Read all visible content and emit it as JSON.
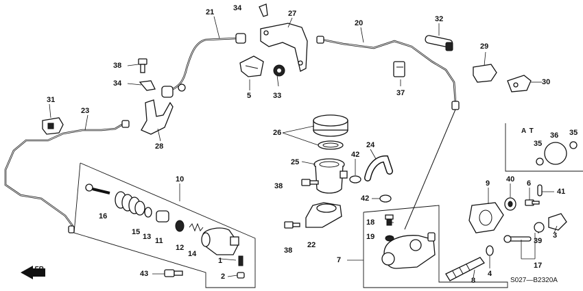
{
  "diagram_code": "S027—B2320A",
  "direction_label": "FR.",
  "variant_label": "A T",
  "callouts": {
    "p1": "1",
    "p2": "2",
    "p3": "3",
    "p4": "4",
    "p5": "5",
    "p6": "6",
    "p7": "7",
    "p8": "8",
    "p9": "9",
    "p10": "10",
    "p11": "11",
    "p12": "12",
    "p13": "13",
    "p14": "14",
    "p15": "15",
    "p16": "16",
    "p17": "17",
    "p18": "18",
    "p19": "19",
    "p20": "20",
    "p21": "21",
    "p22": "22",
    "p23": "23",
    "p24": "24",
    "p25": "25",
    "p26": "26",
    "p27": "27",
    "p28": "28",
    "p29": "29",
    "p30": "30",
    "p31": "31",
    "p32": "32",
    "p33": "33",
    "p34a": "34",
    "p34b": "34",
    "p35a": "35",
    "p35b": "35",
    "p36": "36",
    "p37": "37",
    "p38a": "38",
    "p38b": "38",
    "p38c": "38",
    "p39": "39",
    "p40": "40",
    "p41": "41",
    "p42a": "42",
    "p42b": "42",
    "p43": "43"
  }
}
